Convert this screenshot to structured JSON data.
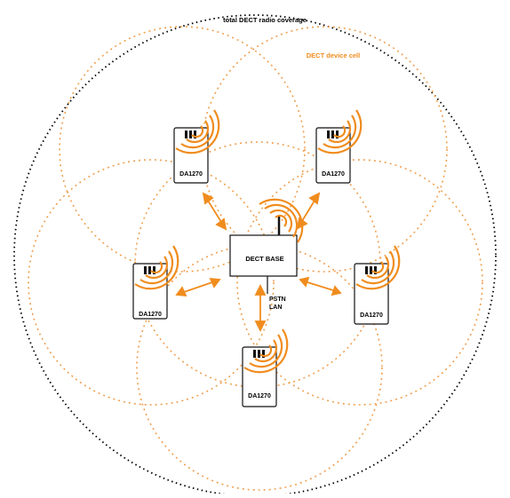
{
  "labels": {
    "coverage_title": "total DECT radio coverage",
    "cell_title": "DECT device cell",
    "base_label": "DECT BASE",
    "uplink_line1": "PSTN",
    "uplink_line2": "LAN"
  },
  "devices": [
    {
      "id": "top-left",
      "label": "DA1270"
    },
    {
      "id": "top-right",
      "label": "DA1270"
    },
    {
      "id": "mid-left",
      "label": "DA1270"
    },
    {
      "id": "mid-right",
      "label": "DA1270"
    },
    {
      "id": "bottom",
      "label": "DA1270"
    }
  ],
  "colors": {
    "cell_dotted": "#f0a050",
    "accent_orange": "#f08c1e",
    "outline": "#111111",
    "coverage_dotted": "#000000"
  }
}
